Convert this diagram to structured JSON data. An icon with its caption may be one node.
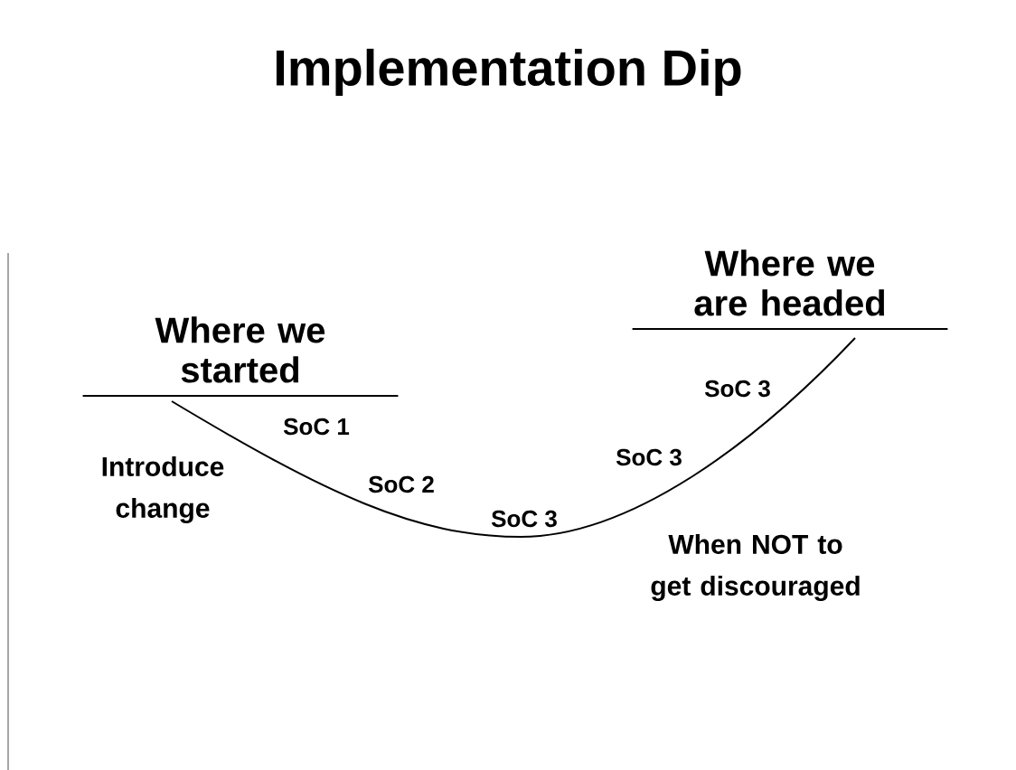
{
  "diagram": {
    "title": "Implementation Dip",
    "nodes": [
      {
        "text": [
          "Where we started"
        ]
      },
      {
        "text": [
          "Where we are headed"
        ]
      }
    ],
    "edges": [
      {
        "from": 0,
        "to": 1,
        "arrow": "none"
      }
    ],
    "labels": [
      "SoC 3",
      "SoC 1",
      "SoC 3",
      "Introduce change",
      "SoC 2",
      "SoC 3",
      "When NOT to get discouraged"
    ]
  }
}
